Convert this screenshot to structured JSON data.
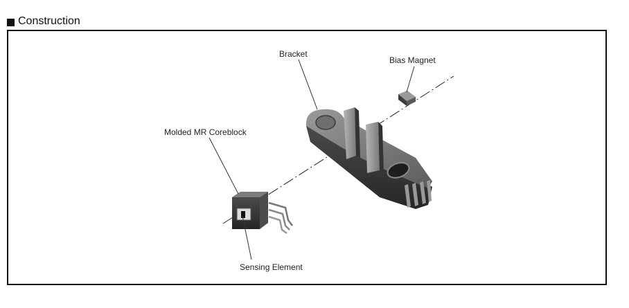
{
  "section": {
    "title": "Construction"
  },
  "labels": {
    "bracket": "Bracket",
    "bias_magnet": "Bias Magnet",
    "coreblock": "Molded MR Coreblock",
    "sensing_element": "Sensing Element"
  }
}
